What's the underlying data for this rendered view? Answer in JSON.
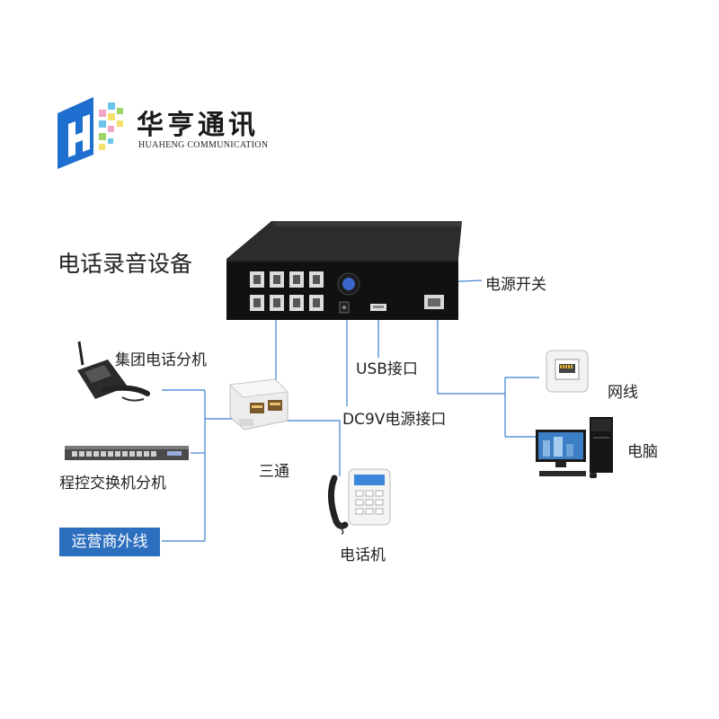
{
  "brand": {
    "name_cn": "华亨通讯",
    "name_en": "HUAHENG COMMUNICATION"
  },
  "diagram": {
    "title": "电话录音设备",
    "labels": {
      "power_switch": "电源开关",
      "usb_port": "USB接口",
      "dc_port": "DC9V电源接口",
      "group_phone": "集团电话分机",
      "pbx_extension": "程控交换机分机",
      "carrier_line": "运营商外线",
      "tee": "三通",
      "telephone": "电话机",
      "network_cable": "网线",
      "computer": "电脑"
    }
  },
  "colors": {
    "brand_blue": "#1e6fd0",
    "wire": "#3b7fd0",
    "carrier_box": "#2d6fbf"
  }
}
